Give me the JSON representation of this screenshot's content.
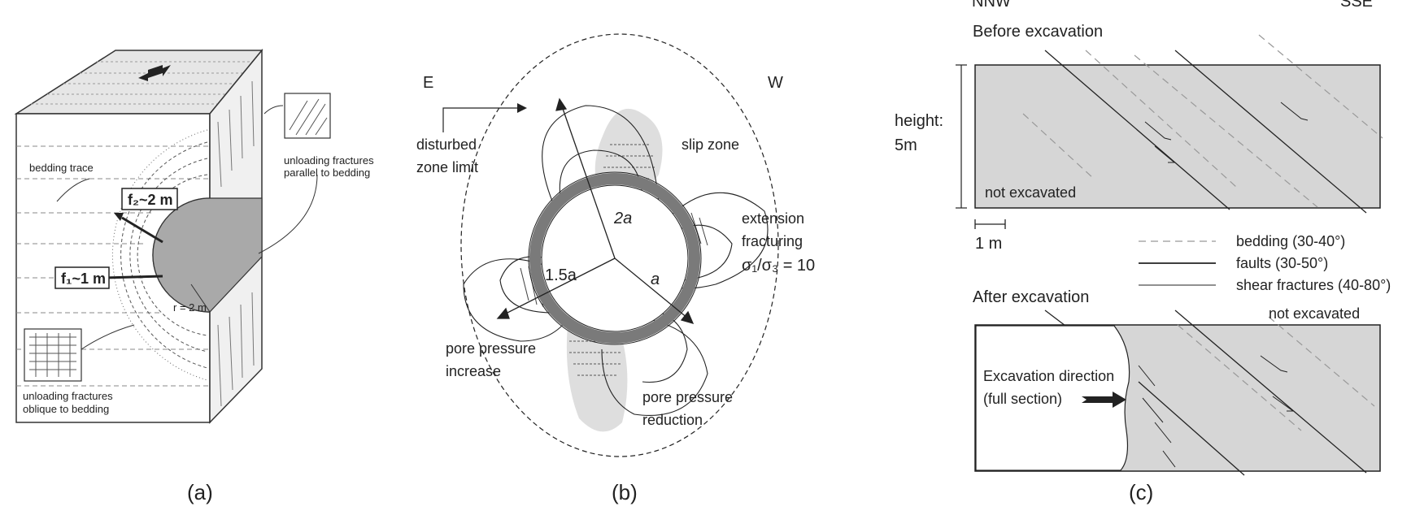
{
  "panel_a": {
    "caption": "(a)",
    "bedding_trace": "bedding trace",
    "unloading_parallel_1": "unloading fractures",
    "unloading_parallel_2": "parallel to bedding",
    "f2": "f₂~2 m",
    "f1": "f₁~1 m",
    "radius": "r = 2 m",
    "unloading_oblique_1": "unloading fractures",
    "unloading_oblique_2": "oblique to bedding"
  },
  "panel_b": {
    "caption": "(b)",
    "east": "E",
    "west": "W",
    "disturbed_1": "disturbed",
    "disturbed_2": "zone limit",
    "slip_zone": "slip zone",
    "extension_1": "extension",
    "extension_2": "fracturing",
    "stress_ratio": "σ₁/σ₃ = 10",
    "r_2a": "2a",
    "r_15a": "1.5a",
    "r_a": "a",
    "pp_increase_1": "pore pressure",
    "pp_increase_2": "increase",
    "pp_reduction_1": "pore pressure",
    "pp_reduction_2": "reduction"
  },
  "panel_c": {
    "caption": "(c)",
    "nnw": "NNW",
    "sse": "SSE",
    "before": "Before excavation",
    "after": "After excavation",
    "height_1": "height:",
    "height_2": "5m",
    "not_excavated": "not excavated",
    "not_excavated_2": "not excavated",
    "scale": "1 m",
    "legend_bedding": "bedding (30-40°)",
    "legend_faults": "faults (30-50°)",
    "legend_shear": "shear fractures (40-80°)",
    "excavation_1": "Excavation direction",
    "excavation_2": "(full section)"
  },
  "colors": {
    "rock_fill": "#d6d6d6",
    "tunnel_ring": "#7a7a7a",
    "slip_zone_fill": "#dedede",
    "line": "#222222"
  }
}
